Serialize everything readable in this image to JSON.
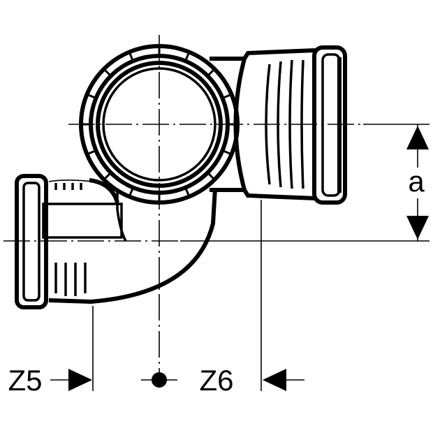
{
  "labels": {
    "dimension_a": "a",
    "dimension_z5": "Z5",
    "dimension_z6": "Z6"
  },
  "colors": {
    "line": "#000000",
    "background": "#ffffff"
  }
}
